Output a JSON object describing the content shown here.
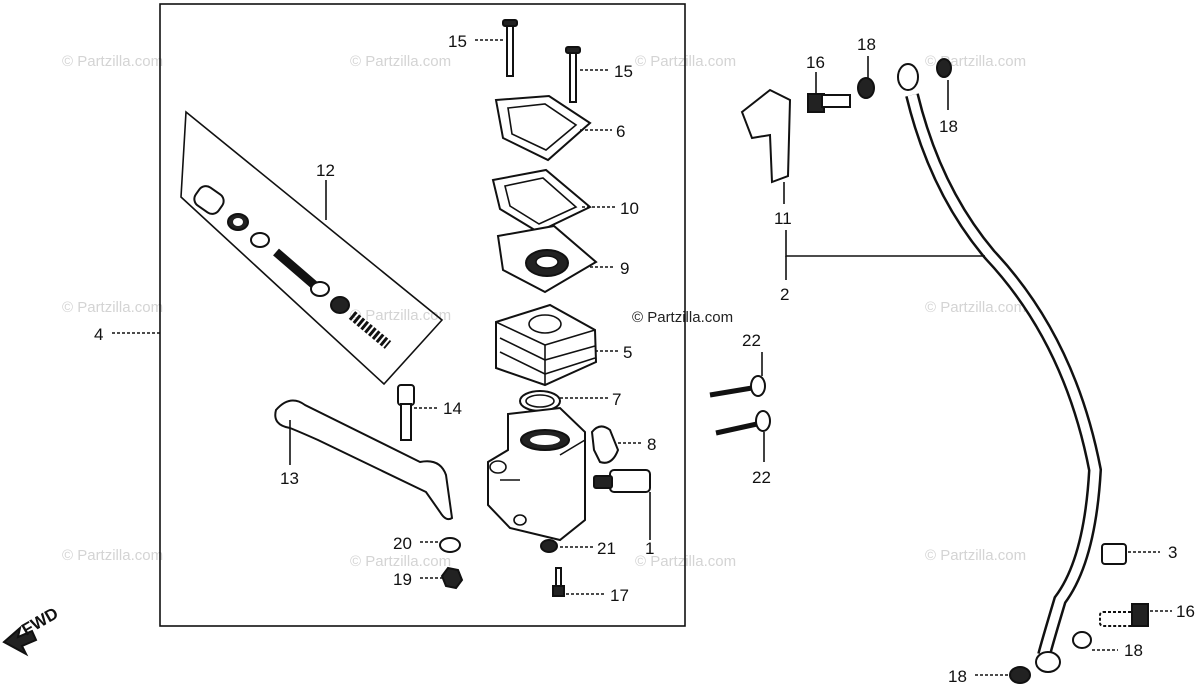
{
  "watermark": {
    "text": "© Partzilla.com",
    "center_text": "© Partzilla.com"
  },
  "direction": {
    "label": "FWD"
  },
  "callouts": [
    {
      "id": "c15a",
      "label": "15"
    },
    {
      "id": "c15b",
      "label": "15"
    },
    {
      "id": "c6",
      "label": "6"
    },
    {
      "id": "c10",
      "label": "10"
    },
    {
      "id": "c9",
      "label": "9"
    },
    {
      "id": "c5",
      "label": "5"
    },
    {
      "id": "c7",
      "label": "7"
    },
    {
      "id": "c8",
      "label": "8"
    },
    {
      "id": "c1",
      "label": "1"
    },
    {
      "id": "c21",
      "label": "21"
    },
    {
      "id": "c17",
      "label": "17"
    },
    {
      "id": "c20",
      "label": "20"
    },
    {
      "id": "c19",
      "label": "19"
    },
    {
      "id": "c14",
      "label": "14"
    },
    {
      "id": "c13",
      "label": "13"
    },
    {
      "id": "c12",
      "label": "12"
    },
    {
      "id": "c4",
      "label": "4"
    },
    {
      "id": "c22a",
      "label": "22"
    },
    {
      "id": "c22b",
      "label": "22"
    },
    {
      "id": "c16a",
      "label": "16"
    },
    {
      "id": "c18a",
      "label": "18"
    },
    {
      "id": "c18b",
      "label": "18"
    },
    {
      "id": "c11",
      "label": "11"
    },
    {
      "id": "c2",
      "label": "2"
    },
    {
      "id": "c3",
      "label": "3"
    },
    {
      "id": "c16b",
      "label": "16"
    },
    {
      "id": "c18c",
      "label": "18"
    },
    {
      "id": "c18d",
      "label": "18"
    }
  ]
}
